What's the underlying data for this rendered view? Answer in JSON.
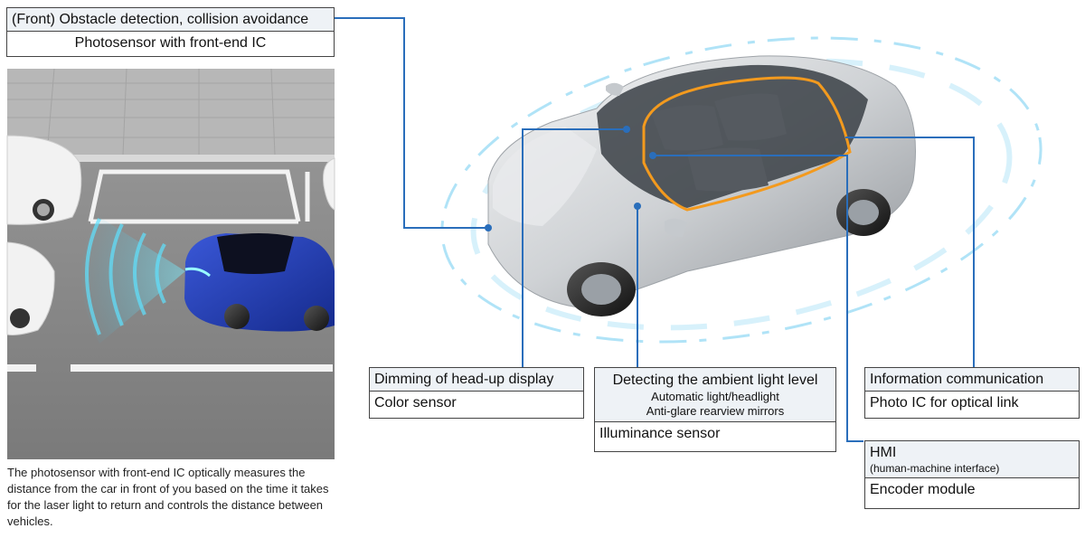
{
  "front_box": {
    "title": "(Front) Obstacle detection, collision avoidance",
    "sensor": "Photosensor with front-end IC"
  },
  "caption": "The photosensor with front-end IC optically measures the distance from the car in front of you based on the time it takes for the laser light to return and controls the distance between vehicles.",
  "hud_box": {
    "title": "Dimming of head-up display",
    "sensor": "Color sensor"
  },
  "ambient_box": {
    "title": "Detecting the ambient light level",
    "detail_1": "Automatic light/headlight",
    "detail_2": "Anti-glare rearview mirrors",
    "sensor": "Illuminance sensor"
  },
  "info_box": {
    "title": "Information communication",
    "sensor": "Photo IC for optical link"
  },
  "hmi_box": {
    "title": "HMI",
    "subtitle": "(human-machine interface)",
    "sensor": "Encoder module"
  },
  "colors": {
    "leader_line": "#2a6ebb",
    "accent_orange": "#f39a1e",
    "sensor_beam": "#38c8f0"
  }
}
